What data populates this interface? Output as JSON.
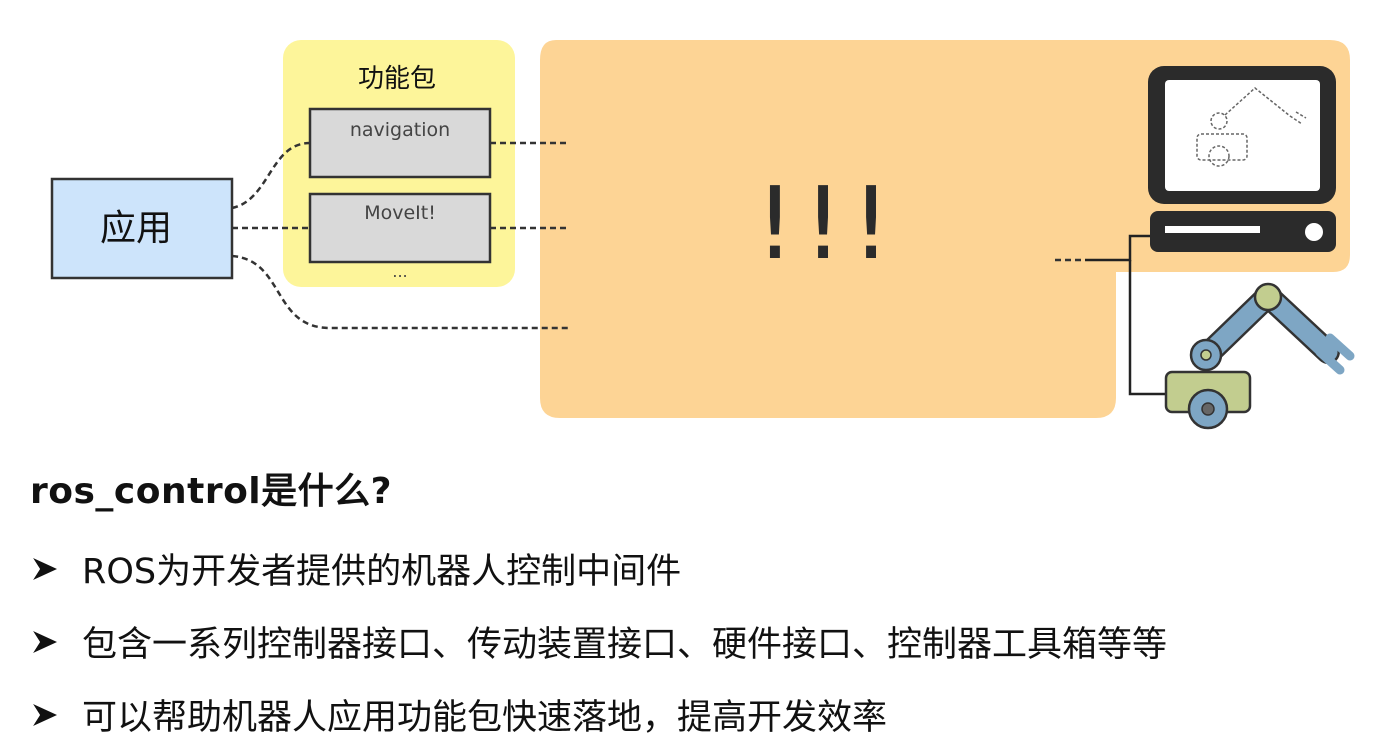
{
  "diagram": {
    "app_label": "应用",
    "package_group_title": "功能包",
    "packages": [
      "navigation",
      "MoveIt!"
    ],
    "package_more": "...",
    "center_label": "!!!",
    "colors": {
      "app_fill": "#cde4fb",
      "package_group": "#fdf59a",
      "package_box": "#d9d9d9",
      "middleware": "#fdd495",
      "computer": "#2b2b2b",
      "robot_arm": "#7ea6c4",
      "robot_base": "#c2cd8f"
    }
  },
  "section": {
    "heading": "ros_control是什么?",
    "bullets": [
      "ROS为开发者提供的机器人控制中间件",
      "包含一系列控制器接口、传动装置接口、硬件接口、控制器工具箱等等",
      "可以帮助机器人应用功能包快速落地，提高开发效率"
    ]
  }
}
